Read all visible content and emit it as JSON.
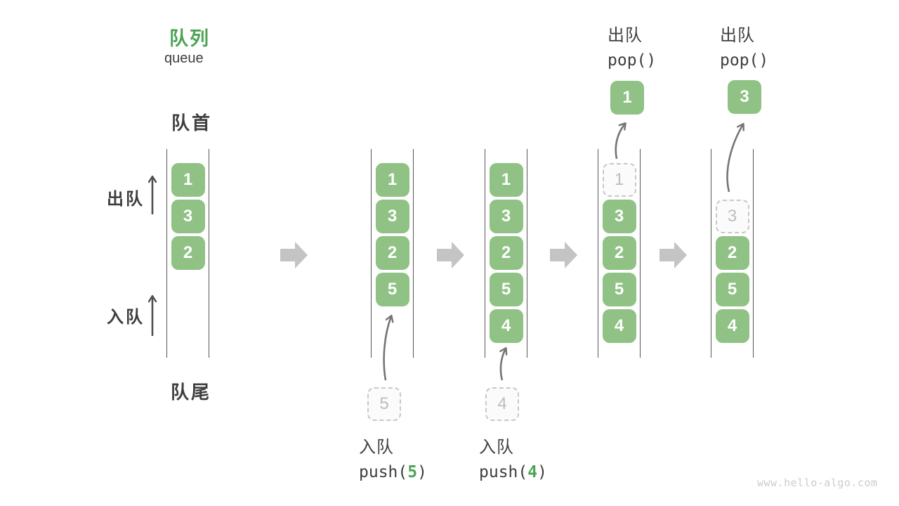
{
  "title": {
    "zh": "队列",
    "en": "queue"
  },
  "side_labels": {
    "front": "队首",
    "rear": "队尾",
    "dequeue": "出队",
    "enqueue": "入队"
  },
  "states": [
    {
      "name": "initial",
      "cells": [
        {
          "slot": 1,
          "value": "1",
          "style": "solid"
        },
        {
          "slot": 2,
          "value": "3",
          "style": "solid"
        },
        {
          "slot": 3,
          "value": "2",
          "style": "solid"
        }
      ]
    },
    {
      "name": "after-push-5",
      "cells": [
        {
          "slot": 1,
          "value": "1",
          "style": "solid"
        },
        {
          "slot": 2,
          "value": "3",
          "style": "solid"
        },
        {
          "slot": 3,
          "value": "2",
          "style": "solid"
        },
        {
          "slot": 4,
          "value": "5",
          "style": "solid"
        }
      ],
      "incoming": {
        "value": "5"
      },
      "op": {
        "label": "入队",
        "code": {
          "pre": "push(",
          "arg": "5",
          "post": ")"
        }
      }
    },
    {
      "name": "after-push-4",
      "cells": [
        {
          "slot": 1,
          "value": "1",
          "style": "solid"
        },
        {
          "slot": 2,
          "value": "3",
          "style": "solid"
        },
        {
          "slot": 3,
          "value": "2",
          "style": "solid"
        },
        {
          "slot": 4,
          "value": "5",
          "style": "solid"
        },
        {
          "slot": 5,
          "value": "4",
          "style": "solid"
        }
      ],
      "incoming": {
        "value": "4"
      },
      "op": {
        "label": "入队",
        "code": {
          "pre": "push(",
          "arg": "4",
          "post": ")"
        }
      }
    },
    {
      "name": "after-pop-1",
      "cells": [
        {
          "slot": 1,
          "value": "1",
          "style": "dashed"
        },
        {
          "slot": 2,
          "value": "3",
          "style": "solid"
        },
        {
          "slot": 3,
          "value": "2",
          "style": "solid"
        },
        {
          "slot": 4,
          "value": "5",
          "style": "solid"
        },
        {
          "slot": 5,
          "value": "4",
          "style": "solid"
        }
      ],
      "popped": {
        "value": "1"
      },
      "op": {
        "label": "出队",
        "code": {
          "pre": "pop()"
        }
      }
    },
    {
      "name": "after-pop-3",
      "cells": [
        {
          "slot": 2,
          "value": "3",
          "style": "dashed"
        },
        {
          "slot": 3,
          "value": "2",
          "style": "solid"
        },
        {
          "slot": 4,
          "value": "5",
          "style": "solid"
        },
        {
          "slot": 5,
          "value": "4",
          "style": "solid"
        }
      ],
      "popped": {
        "value": "3"
      },
      "op": {
        "label": "出队",
        "code": {
          "pre": "pop()"
        }
      }
    }
  ],
  "watermark": "www.hello-algo.com",
  "colors": {
    "accent_green": "#4CA454",
    "box_green": "#90C185",
    "ghost_gray": "#BDBDBD",
    "text_dark": "#3E3E3E",
    "flow_arrow_gray": "#C4C4C4",
    "connector_gray": "#757575",
    "side_arrow_gray": "#4F4F4F",
    "watermark_gray": "#CCCCCC"
  }
}
